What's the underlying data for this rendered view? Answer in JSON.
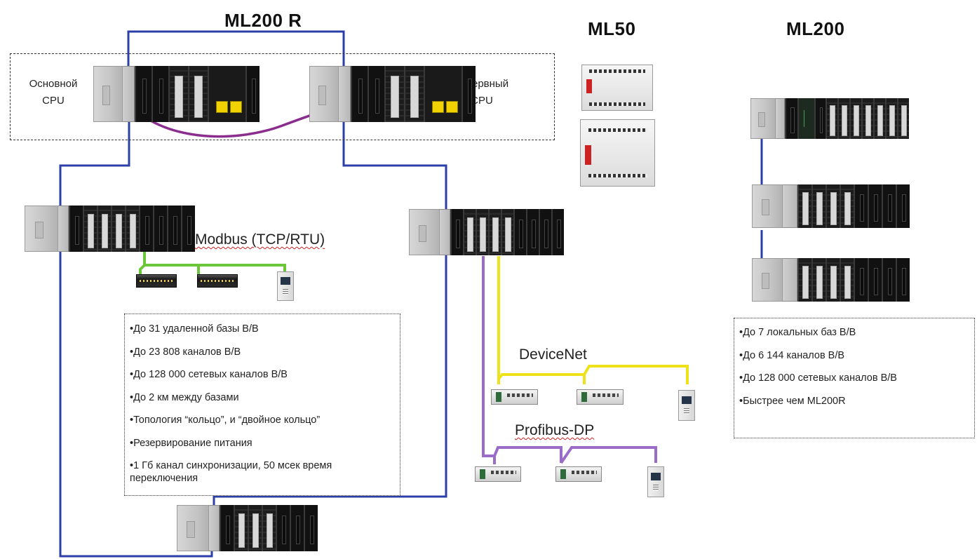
{
  "titles": {
    "ml200r": "ML200 R",
    "ml50": "ML50",
    "ml200": "ML200"
  },
  "cpu_labels": {
    "main": [
      "Основной",
      "CPU"
    ],
    "reserve": [
      "Резервный",
      "CPU"
    ]
  },
  "networks": {
    "modbus": "Modbus (TCP/RTU)",
    "devicenet": "DeviceNet",
    "profibus": "Profibus-DP"
  },
  "ml200r_features": [
    "До 31 удаленной базы В/В",
    "До 23 808 каналов В/В",
    "До 128 000 сетевых каналов В/В",
    "До 2 км между базами",
    "Топология “кольцо”, и “двойное кольцо”",
    "Резервирование питания",
    "1 Гб канал синхронизации, 50 мсек время переключения"
  ],
  "ml200_features": [
    "До 7 локальных баз В/В",
    "До 6 144 каналов В/В",
    "До 128 000 сетевых каналов В/В",
    "Быстрее чем ML200R"
  ],
  "colors": {
    "ring": "#2c3fa8",
    "sync": "#8a2d8e",
    "modbus": "#6cc63a",
    "devicenet": "#eee21a",
    "profibus": "#9a6cc8",
    "ml200_link": "#2c3fa8"
  },
  "icons": [
    "plc-rack-icon",
    "terminal-block-icon",
    "drive-icon",
    "network-node-icon",
    "ml50-plc-icon"
  ]
}
